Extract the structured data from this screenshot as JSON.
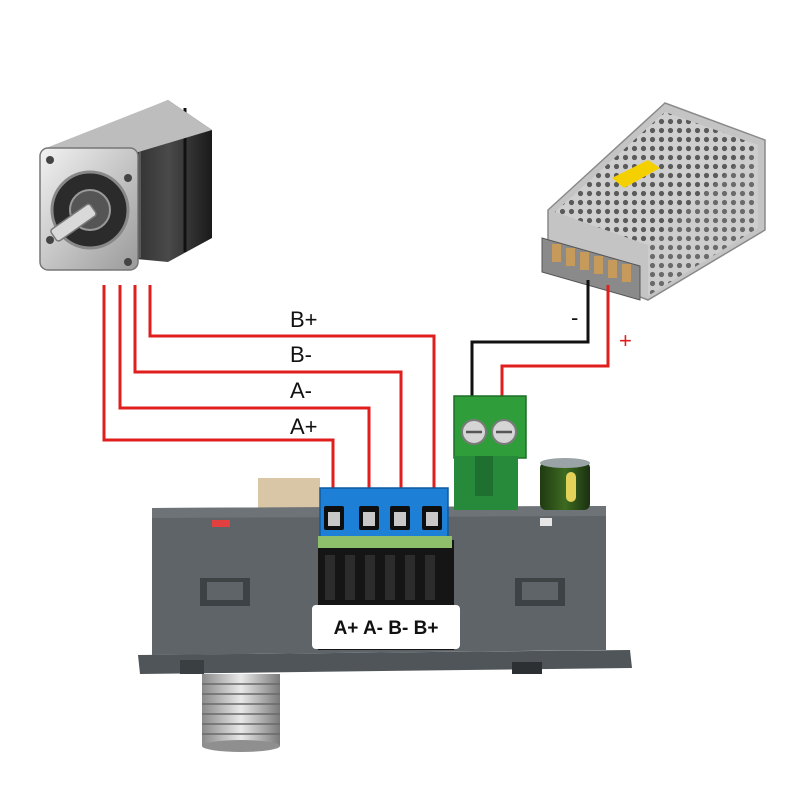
{
  "wire_labels": {
    "b_plus": "B+",
    "b_minus": "B-",
    "a_minus": "A-",
    "a_plus": "A+"
  },
  "power_labels": {
    "negative": "-",
    "positive": "+"
  },
  "controller": {
    "terminal_sticker": "A+ A- B- B+"
  },
  "colors": {
    "motor_wire": "#e01e1e",
    "negative_wire": "#111111",
    "positive_wire": "#e01e1e",
    "terminal_block": "#1e7fd6",
    "power_terminal": "#2f9e3a",
    "controller_body": "#5e6468"
  },
  "icons": [
    "stepper-motor-icon",
    "power-supply-icon",
    "controller-board-icon",
    "capacitor-icon",
    "rotary-knob-icon"
  ]
}
